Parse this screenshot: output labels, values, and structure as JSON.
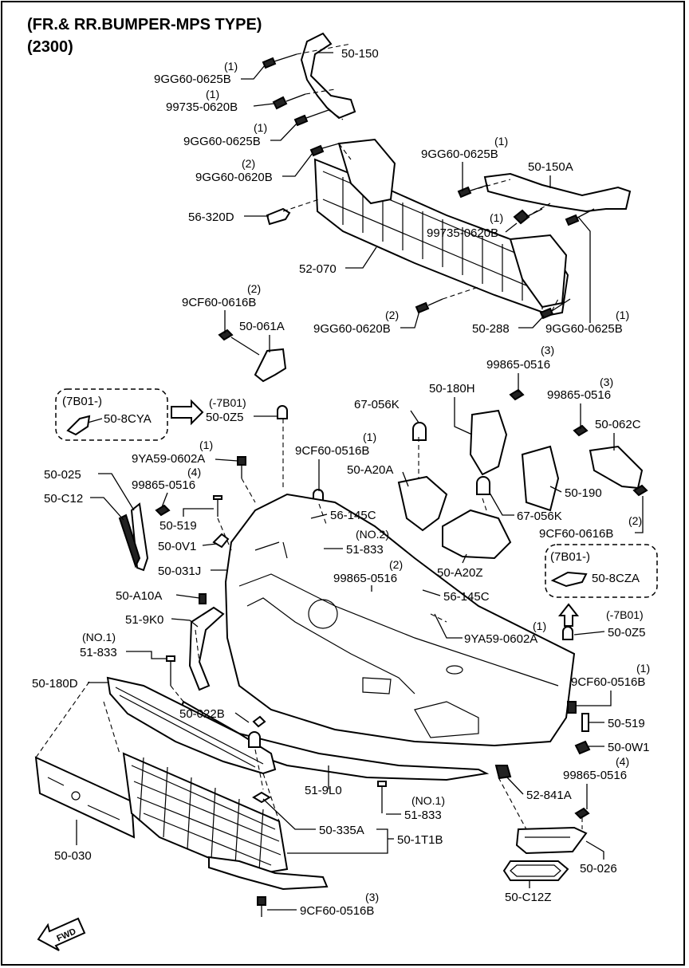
{
  "title_line1": "(FR.& RR.BUMPER-MPS TYPE)",
  "title_line2": "(2300)",
  "fwd_label": "FWD",
  "box_left": {
    "code": "(7B01-)",
    "part": "50-8CYA"
  },
  "box_right": {
    "code": "(7B01-)",
    "part": "50-8CZA"
  },
  "labels": {
    "p50_150": "50-150",
    "q1a": "(1)",
    "p9gg60_0625b_a": "9GG60-0625B",
    "q1b": "(1)",
    "p99735_0620b_a": "99735-0620B",
    "q1c": "(1)",
    "p9gg60_0625b_b": "9GG60-0625B",
    "q2a": "(2)",
    "p9gg60_0620b_a": "9GG60-0620B",
    "p56_320d": "56-320D",
    "q1d": "(1)",
    "p9gg60_0625b_c": "9GG60-0625B",
    "p50_150a": "50-150A",
    "q1e": "(1)",
    "p99735_0620b_b": "99735-0620B",
    "p52_070": "52-070",
    "q2b": "(2)",
    "p9cf60_0616b_a": "9CF60-0616B",
    "p50_061a": "50-061A",
    "q2c": "(2)",
    "p9gg60_0620b_b": "9GG60-0620B",
    "p50_288": "50-288",
    "q1f": "(1)",
    "p9gg60_0625b_d": "9GG60-0625B",
    "q3a": "(3)",
    "p99865_0516_a": "99865-0516",
    "p50_180h": "50-180H",
    "q3b": "(3)",
    "p99865_0516_b": "99865-0516",
    "p67_056k_a": "67-056K",
    "code_7b01_a": "(-7B01)",
    "p50_0z5_a": "50-0Z5",
    "p50_062c": "50-062C",
    "q1g": "(1)",
    "p9cf60_0516b_a": "9CF60-0516B",
    "q1h": "(1)",
    "p9ya59_0602a_a": "9YA59-0602A",
    "p50_a20a": "50-A20A",
    "p50_025": "50-025",
    "q4a": "(4)",
    "p99865_0516_c": "99865-0516",
    "p50_190": "50-190",
    "p50_c12": "50-C12",
    "p56_145c_a": "56-145C",
    "p67_056k_b": "67-056K",
    "p50_519_a": "50-519",
    "q2d": "(2)",
    "p9cf60_0616b_b": "9CF60-0616B",
    "no2": "(NO.2)",
    "p51_833_a": "51-833",
    "p50_0v1": "50-0V1",
    "p50_031j": "50-031J",
    "p50_a20z": "50-A20Z",
    "q2e": "(2)",
    "p99865_0516_d": "99865-0516",
    "p50_a10a": "50-A10A",
    "p56_145c_b": "56-145C",
    "p51_9k0": "51-9K0",
    "q1i": "(1)",
    "p9ya59_0602a_b": "9YA59-0602A",
    "code_7b01_b": "(-7B01)",
    "p50_0z5_b": "50-0Z5",
    "no1a": "(NO.1)",
    "p51_833_b": "51-833",
    "q1j": "(1)",
    "p9cf60_0516b_b": "9CF60-0516B",
    "p50_180d": "50-180D",
    "p50_022b": "50-022B",
    "p50_519_b": "50-519",
    "p50_0w1": "50-0W1",
    "q4b": "(4)",
    "p99865_0516_e": "99865-0516",
    "p51_9l0": "51-9L0",
    "p52_841a": "52-841A",
    "no1b": "(NO.1)",
    "p51_833_c": "51-833",
    "p50_335a": "50-335A",
    "p50_1t1b": "50-1T1B",
    "p50_030": "50-030",
    "p50_026": "50-026",
    "p50_c12z": "50-C12Z",
    "q3c": "(3)",
    "p9cf60_0516b_c": "9CF60-0516B"
  }
}
